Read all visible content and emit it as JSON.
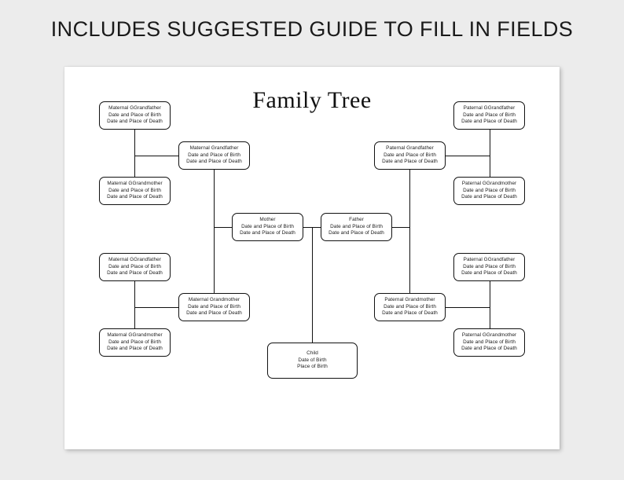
{
  "banner": {
    "title": "INCLUDES SUGGESTED GUIDE TO FILL IN FIELDS"
  },
  "sheet": {
    "title": "Family Tree",
    "background_color": "#ffffff",
    "page_background_color": "#ececec",
    "line_color": "#111111"
  },
  "nodes": {
    "maternal_ggrandfather_1": {
      "line1": "Maternal GGrandfather",
      "line2": "Date and Place of Birth",
      "line3": "Date and Place of Death"
    },
    "maternal_ggrandmother_1": {
      "line1": "Maternal GGrandmother",
      "line2": "Date and Place of Birth",
      "line3": "Date and Place of Death"
    },
    "maternal_grandfather": {
      "line1": "Maternal Grandfather",
      "line2": "Date and Place of Birth",
      "line3": "Date and Place of Death"
    },
    "maternal_ggrandfather_2": {
      "line1": "Maternal GGrandfather",
      "line2": "Date and Place of Birth",
      "line3": "Date and Place of Death"
    },
    "maternal_ggrandmother_2": {
      "line1": "Maternal GGrandmother",
      "line2": "Date and Place of Birth",
      "line3": "Date and Place of Death"
    },
    "maternal_grandmother": {
      "line1": "Maternal Grandmother",
      "line2": "Date and Place of Birth",
      "line3": "Date and Place of Death"
    },
    "mother": {
      "line1": "Mother",
      "line2": "Date and Place of Birth",
      "line3": "Date and Place of Death"
    },
    "father": {
      "line1": "Father",
      "line2": "Date and Place of Birth",
      "line3": "Date and Place of Death"
    },
    "child": {
      "line1": "Child",
      "line2": "Date of Birth",
      "line3": "Place of Birth"
    },
    "paternal_ggrandfather_1": {
      "line1": "Paternal GGrandfather",
      "line2": "Date and Place of Birth",
      "line3": "Date and Place of Death"
    },
    "paternal_ggrandmother_1": {
      "line1": "Paternal GGrandmother",
      "line2": "Date and Place of Birth",
      "line3": "Date and Place of Death"
    },
    "paternal_grandfather": {
      "line1": "Paternal Grandfather",
      "line2": "Date and Place of Birth",
      "line3": "Date and Place of Death"
    },
    "paternal_ggrandfather_2": {
      "line1": "Paternal GGrandfather",
      "line2": "Date and Place of Birth",
      "line3": "Date and Place of Death"
    },
    "paternal_ggrandmother_2": {
      "line1": "Paternal GGrandmother",
      "line2": "Date and Place of Birth",
      "line3": "Date and Place of Death"
    },
    "paternal_grandmother": {
      "line1": "Paternal Grandmother",
      "line2": "Date and Place of Birth",
      "line3": "Date and Place of Death"
    }
  }
}
